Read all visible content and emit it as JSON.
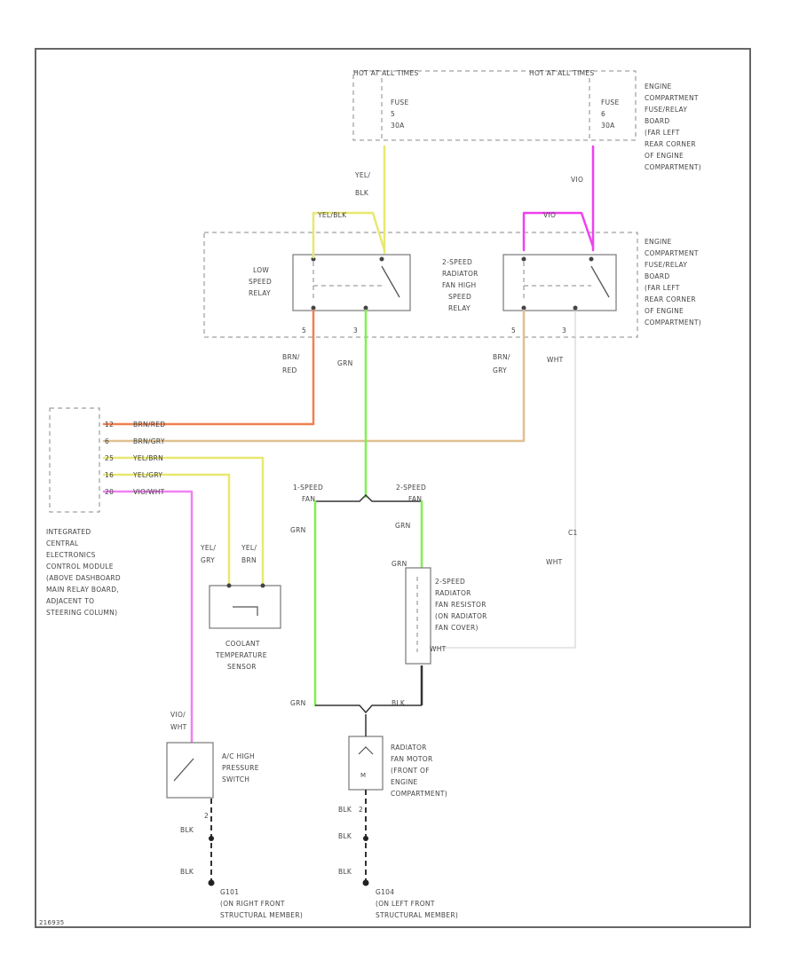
{
  "labels": {
    "hot_at_all_times": "HOT AT ALL TIMES",
    "hot_at_all_times_2": "HOT AT ALL TIMES",
    "fuse_left": [
      "FUSE",
      "5",
      "30A"
    ],
    "fuse_right": [
      "FUSE",
      "6",
      "30A"
    ],
    "box_top_desc": [
      "ENGINE",
      "COMPARTMENT",
      "FUSE/RELAY",
      "BOARD",
      "(FAR LEFT",
      "REAR CORNER",
      "OF ENGINE",
      "COMPARTMENT)"
    ],
    "box_mid_desc": [
      "ENGINE",
      "COMPARTMENT",
      "FUSE/RELAY",
      "BOARD",
      "(FAR LEFT",
      "REAR CORNER",
      "OF ENGINE",
      "COMPARTMENT)"
    ],
    "wire_yel_blk": [
      "YEL/",
      "BLK"
    ],
    "wire_vio_top": "VIO",
    "wire_yel_blk_h": "YEL/BLK",
    "wire_vio_h": "VIO",
    "low_speed_relay": [
      "LOW",
      "SPEED",
      "RELAY"
    ],
    "high_speed_relay": [
      "2-SPEED",
      "RADIATOR",
      "FAN HIGH",
      "SPEED",
      "RELAY"
    ],
    "pin_labels": [
      "5",
      "3",
      "5",
      "3"
    ],
    "wire_brn_red": [
      "BRN/",
      "RED"
    ],
    "wire_grn_top": "GRN",
    "wire_brn_gry": [
      "BRN/",
      "GRY"
    ],
    "wire_wht_top": "WHT",
    "iecm_pins": [
      {
        "pin": "12",
        "wire": "BRN/RED"
      },
      {
        "pin": "6",
        "wire": "BRN/GRY"
      },
      {
        "pin": "25",
        "wire": "YEL/BRN"
      },
      {
        "pin": "16",
        "wire": "YEL/GRY"
      },
      {
        "pin": "20",
        "wire": "VIO/WHT"
      }
    ],
    "iecm_desc": [
      "INTEGRATED",
      "CENTRAL",
      "ELECTRONICS",
      "CONTROL MODULE",
      "(ABOVE DASHBOARD",
      "MAIN RELAY BOARD,",
      "ADJACENT TO",
      "STEERING COLUMN)"
    ],
    "speed1_label": [
      "1-SPEED",
      "FAN"
    ],
    "speed2_label": [
      "2-SPEED",
      "FAN"
    ],
    "grn_left": "GRN",
    "grn_right_1": "GRN",
    "grn_right_2": "GRN",
    "c1_label": "C1",
    "wht_right": "WHT",
    "yel_gry": [
      "YEL/",
      "GRY"
    ],
    "yel_brn": [
      "YEL/",
      "BRN"
    ],
    "coolant_sensor": [
      "COOLANT",
      "TEMPERATURE",
      "SENSOR"
    ],
    "resistor_desc": [
      "2-SPEED",
      "RADIATOR",
      "FAN RESISTOR",
      "(ON RADIATOR",
      "FAN COVER)"
    ],
    "wht_resistor": "WHT",
    "grn_bottom": "GRN",
    "blk_bottom": "BLK",
    "vio_wht": [
      "VIO/",
      "WHT"
    ],
    "ac_switch": [
      "A/C HIGH",
      "PRESSURE",
      "SWITCH"
    ],
    "fan_motor": [
      "RADIATOR",
      "FAN MOTOR",
      "(FRONT OF",
      "ENGINE",
      "COMPARTMENT)"
    ],
    "blk_labels": [
      "BLK",
      "BLK",
      "BLK",
      "BLK",
      "BLK"
    ],
    "pin2_left": "2",
    "pin2_right": "2",
    "g101": [
      "G101",
      "(ON RIGHT FRONT",
      "STRUCTURAL MEMBER)"
    ],
    "g104": [
      "G104",
      "(ON LEFT FRONT",
      "STRUCTURAL MEMBER)"
    ],
    "fig_id": "216935"
  },
  "colors": {
    "yellow": "#e8e870",
    "magenta": "#f040f0",
    "orange": "#f08050",
    "tan": "#e0c090",
    "green": "#80f050",
    "lightgray": "#d8d8d8",
    "violet_pink": "#f080f0",
    "black": "#333333"
  }
}
